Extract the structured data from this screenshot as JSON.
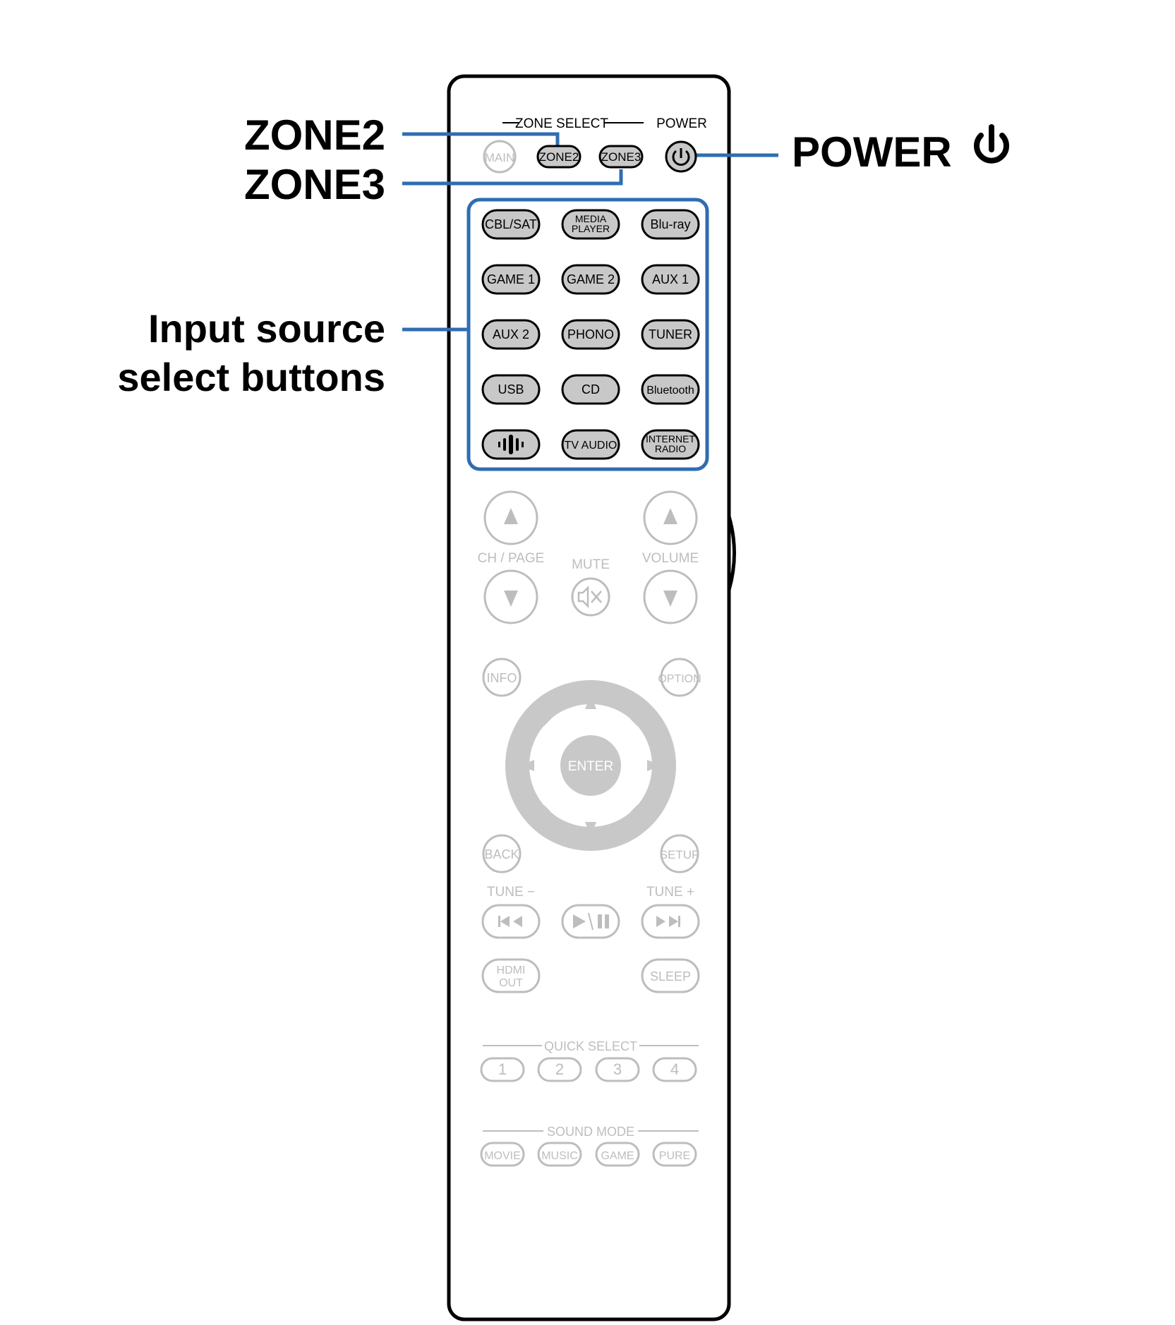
{
  "callouts": {
    "zone2": "ZONE2",
    "zone3": "ZONE3",
    "power": "POWER",
    "input_line1": "Input source",
    "input_line2": "select buttons"
  },
  "colors": {
    "callout_line": "#2f6db1",
    "active_fill": "#c8c8c8",
    "active_stroke": "#000000",
    "inactive": "#bdbdbd",
    "body": "#000000"
  },
  "remote": {
    "zone_select_label": "ZONE SELECT",
    "power_label": "POWER",
    "main": "MAIN",
    "zone2": "ZONE2",
    "zone3": "ZONE3",
    "input_buttons": [
      [
        "CBL/SAT",
        "MEDIA|PLAYER",
        "Blu-ray"
      ],
      [
        "GAME 1",
        "GAME 2",
        "AUX 1"
      ],
      [
        "AUX 2",
        "PHONO",
        "TUNER"
      ],
      [
        "USB",
        "CD",
        "Bluetooth"
      ],
      [
        "",
        "TV AUDIO",
        "INTERNET|RADIO"
      ]
    ],
    "ch_page": "CH / PAGE",
    "mute": "MUTE",
    "volume": "VOLUME",
    "info": "INFO",
    "option": "OPTION",
    "enter": "ENTER",
    "back": "BACK",
    "setup": "SETUP",
    "tune_minus": "TUNE −",
    "tune_plus": "TUNE +",
    "hdmi_out": "HDMI|OUT",
    "sleep": "SLEEP",
    "quick_select": "QUICK SELECT",
    "quick_buttons": [
      "1",
      "2",
      "3",
      "4"
    ],
    "sound_mode": "SOUND MODE",
    "sound_buttons": [
      "MOVIE",
      "MUSIC",
      "GAME",
      "PURE"
    ]
  }
}
